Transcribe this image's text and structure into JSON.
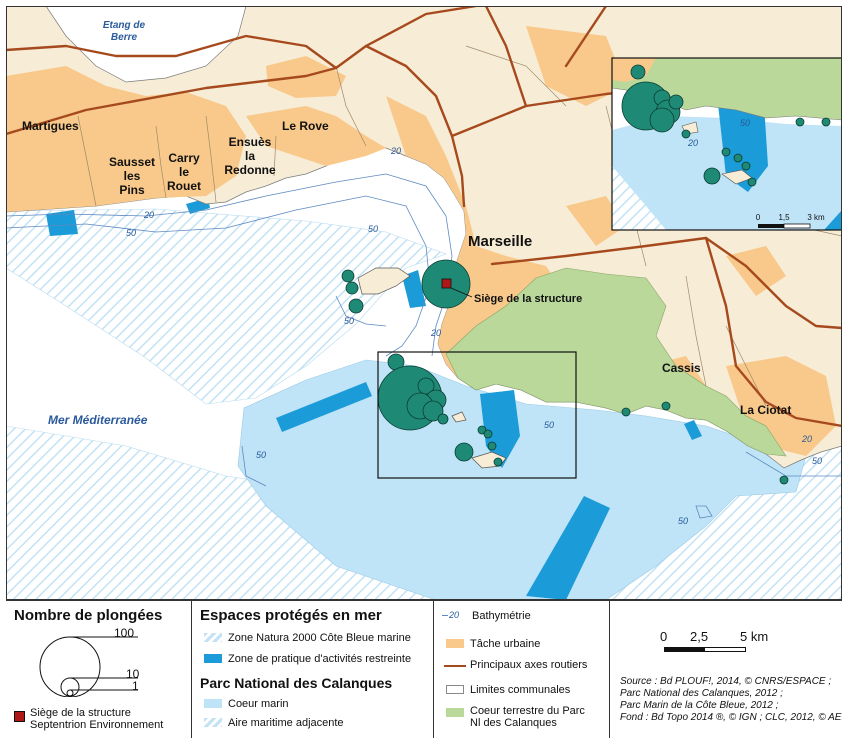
{
  "map": {
    "places": {
      "etang": [
        "Etang de",
        "Berre"
      ],
      "martigues": "Martigues",
      "le_rove": "Le Rove",
      "ensues": [
        "Ensuès",
        "la",
        "Redonne"
      ],
      "sausset": [
        "Sausset",
        "les",
        "Pins"
      ],
      "carry": [
        "Carry",
        "le",
        "Rouet"
      ],
      "marseille": "Marseille",
      "cassis": "Cassis",
      "la_ciotat": "La Ciotat",
      "mer": "Mer Méditerranée",
      "siege_label": "Siège de la structure"
    },
    "bathymetry_labels": [
      "20",
      "20",
      "50",
      "50",
      "50",
      "20",
      "50",
      "50",
      "50",
      "50",
      "20"
    ],
    "inset": {
      "scale_labels": [
        "0",
        "1,5",
        "3 km"
      ],
      "bathymetry_labels": [
        "50",
        "20"
      ]
    }
  },
  "legend": {
    "dives": {
      "title": "Nombre de plongées",
      "values": [
        "100",
        "10",
        "1"
      ],
      "siege_text": [
        "Siège de la structure",
        "Septentrion Environnement"
      ]
    },
    "marine": {
      "title": "Espaces protégés en mer",
      "natura": "Zone Natura 2000 Côte Bleue marine",
      "restricted": "Zone de pratique d'activités restreinte",
      "park_title": "Parc National des Calanques",
      "core": "Coeur marin",
      "adjacent": "Aire maritime adjacente"
    },
    "base": {
      "bathy_num": "20",
      "bathy": "Bathymétrie",
      "urban": "Tâche urbaine",
      "roads": "Principaux axes routiers",
      "communes": "Limites communales",
      "terrestrial": [
        "Coeur terrestre du Parc",
        "Nl des Calanques"
      ]
    },
    "scale": {
      "labels": [
        "0",
        "2,5",
        "5 km"
      ]
    },
    "source": [
      "Source : Bd PLOUF!, 2014, © CNRS/ESPACE ;",
      "Parc National des Calanques, 2012 ;",
      "Parc Marin de la Côte Bleue, 2012 ;",
      "Fond : Bd Topo 2014 ®, © IGN ; CLC, 2012, © AEE"
    ]
  },
  "colors": {
    "sea": "#ffffff",
    "land": "#f7ecd6",
    "urban": "#f8c98a",
    "park_land": "#b9d89a",
    "core_marine": "#bfe4f7",
    "restricted": "#1b9bd8",
    "dive_circle": "#1e8a76",
    "road": "#a64a1e",
    "siege": "#b01818"
  }
}
